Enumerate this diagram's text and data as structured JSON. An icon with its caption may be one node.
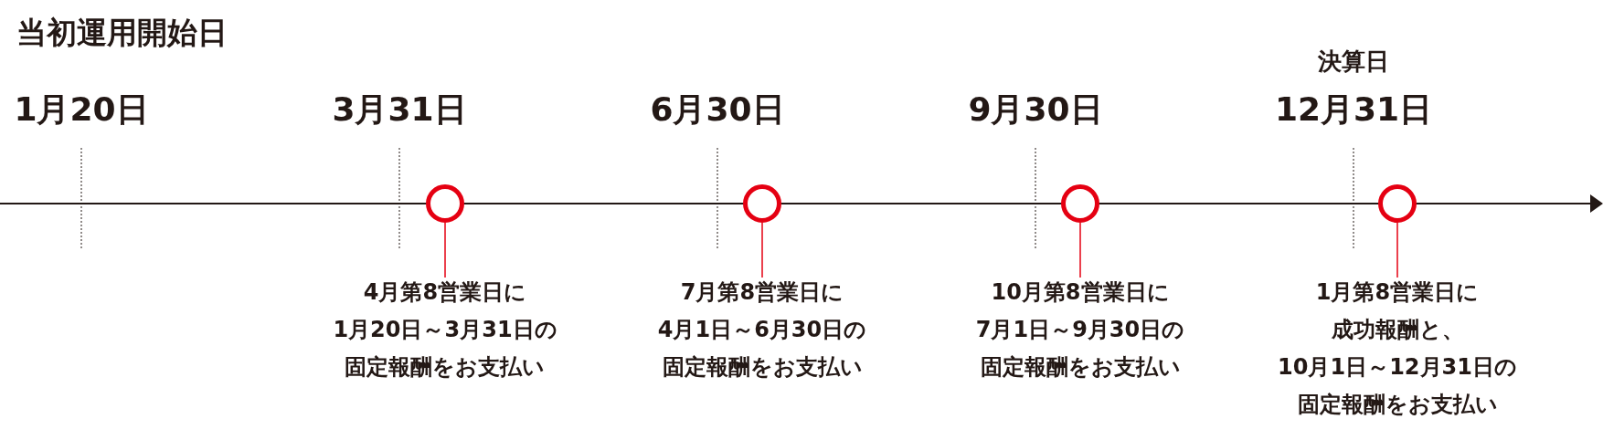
{
  "diagram": {
    "title": "当初運用開始日",
    "nodes": [
      {
        "text": [],
        "shape": "circle"
      },
      {
        "text": [],
        "shape": "circle"
      },
      {
        "text": [],
        "shape": "circle"
      },
      {
        "text": [],
        "shape": "circle"
      },
      {
        "text": [
          "4月第8営業日に1月20日～3月31日の固定報酬をお支払い"
        ]
      },
      {
        "text": [
          "7月第8営業日に4月1日～6月30日の固定報酬をお支払い"
        ]
      },
      {
        "text": [
          "10月第8営業日に7月1日～9月30日の固定報酬をお支払い"
        ]
      },
      {
        "text": [
          "1月第8営業日に成功報酬と、10月1日～12月31日の固定報酬をお支払い"
        ]
      }
    ],
    "edges": [
      {
        "from": 4,
        "to": 0,
        "arrow": "none"
      },
      {
        "from": 5,
        "to": 1,
        "arrow": "none"
      },
      {
        "from": 6,
        "to": 2,
        "arrow": "none"
      },
      {
        "from": 7,
        "to": 3,
        "arrow": "none"
      }
    ],
    "labels": [
      "決算日",
      "1月20日",
      "3月31日",
      "6月30日",
      "9月30日",
      "12月31日"
    ]
  }
}
